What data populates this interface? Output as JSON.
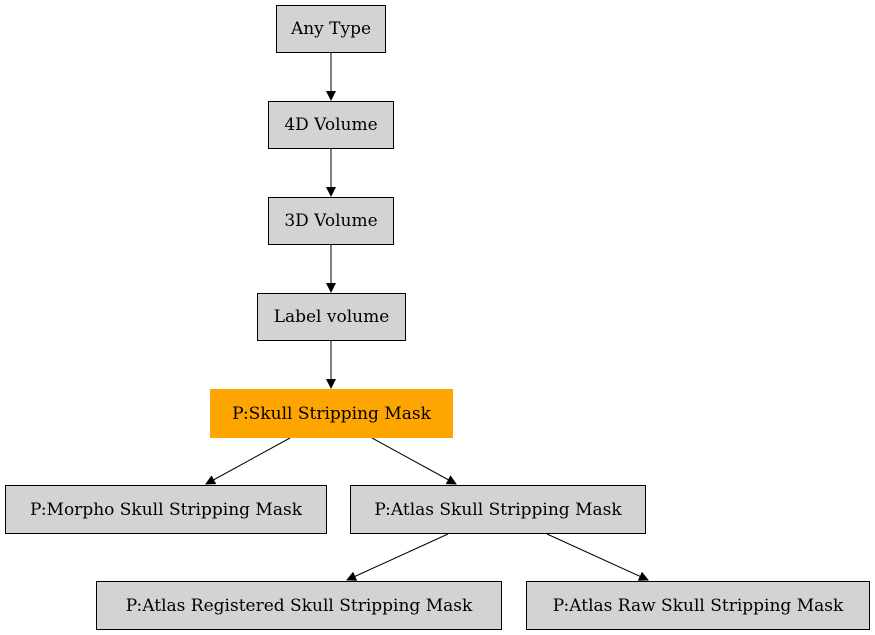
{
  "diagram": {
    "colors": {
      "node_fill": "#d3d3d3",
      "highlight_fill": "#ffa500",
      "edge": "#000000"
    },
    "nodes": {
      "any_type": "Any Type",
      "vol_4d": "4D Volume",
      "vol_3d": "3D Volume",
      "label_volume": "Label volume",
      "skull_stripping_mask": "P:Skull Stripping Mask",
      "morpho_mask": "P:Morpho Skull Stripping Mask",
      "atlas_mask": "P:Atlas Skull Stripping Mask",
      "atlas_registered_mask": "P:Atlas Registered Skull Stripping Mask",
      "atlas_raw_mask": "P:Atlas Raw Skull Stripping Mask"
    },
    "edges": [
      [
        "any_type",
        "vol_4d"
      ],
      [
        "vol_4d",
        "vol_3d"
      ],
      [
        "vol_3d",
        "label_volume"
      ],
      [
        "label_volume",
        "skull_stripping_mask"
      ],
      [
        "skull_stripping_mask",
        "morpho_mask"
      ],
      [
        "skull_stripping_mask",
        "atlas_mask"
      ],
      [
        "atlas_mask",
        "atlas_registered_mask"
      ],
      [
        "atlas_mask",
        "atlas_raw_mask"
      ]
    ]
  }
}
